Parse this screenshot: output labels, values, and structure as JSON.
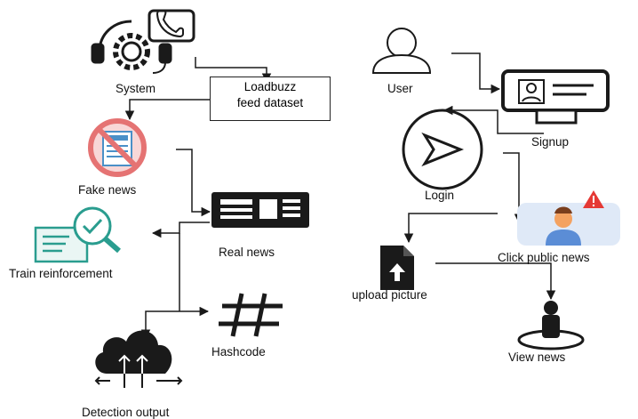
{
  "left_flow": {
    "system_label": "System",
    "dataset_label_line1": "Loadbuzz",
    "dataset_label_line2": "feed dataset",
    "fake_news_label": "Fake news",
    "real_news_label": "Real news",
    "train_label": "Train reinforcement",
    "hashcode_label": "Hashcode",
    "detection_label": "Detection output"
  },
  "right_flow": {
    "user_label": "User",
    "signup_label": "Signup",
    "login_label": "Login",
    "click_public_news_label": "Click public news",
    "upload_picture_label": "upload picture",
    "view_news_label": "View news"
  },
  "colors": {
    "line": "#1a1a1a",
    "icon_dark": "#1a1a1a",
    "fake_news_ring": "#e57373",
    "fake_news_fill": "#f8d7d7",
    "news_doc": "#4a90c8",
    "train_teal": "#2a9d8f",
    "alert_red": "#e53935",
    "person_orange": "#f4a261",
    "person_blue": "#5b8dd6",
    "person_bg": "#dfe9f7"
  }
}
